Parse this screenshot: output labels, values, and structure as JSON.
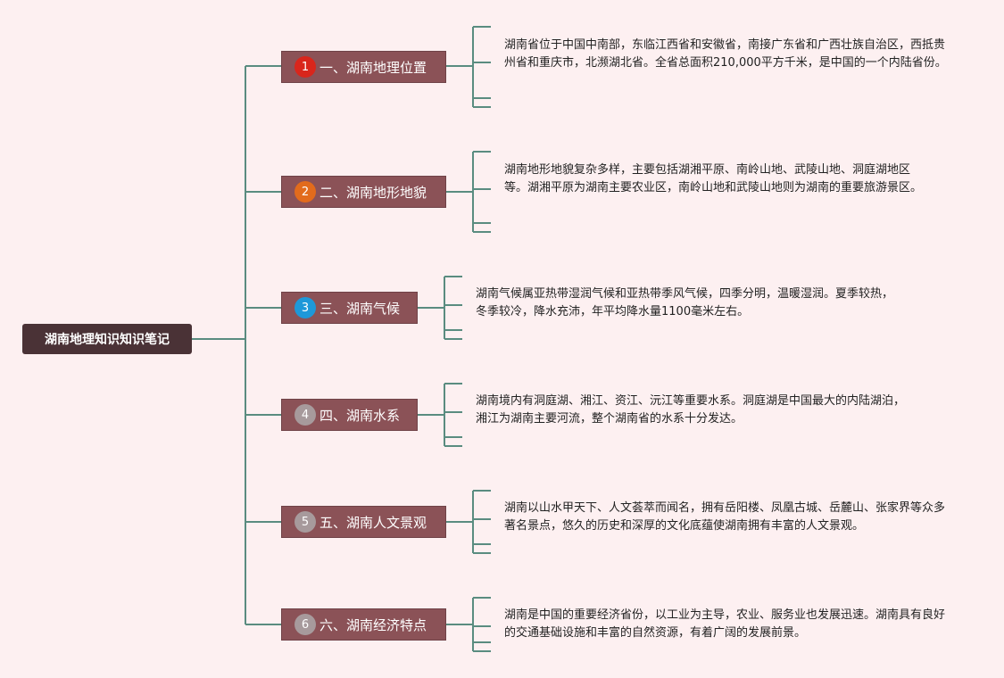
{
  "root": {
    "label": "湖南地理知识知识笔记"
  },
  "colors": {
    "line": "#5a8c80",
    "root_bg": "#4a3236",
    "branch_bg": "#8b5257"
  },
  "branches": [
    {
      "number": "1",
      "badge_color": "#d9261c",
      "label": "一、湖南地理位置",
      "text": "湖南省位于中国中南部，东临江西省和安徽省，南接广东省和广西壮族自治区，西抵贵州省和重庆市，北濒湖北省。全省总面积210,000平方千米，是中国的一个内陆省份。"
    },
    {
      "number": "2",
      "badge_color": "#e26b1c",
      "label": "二、湖南地形地貌",
      "text": "湖南地形地貌复杂多样，主要包括湖湘平原、南岭山地、武陵山地、洞庭湖地区等。湖湘平原为湖南主要农业区，南岭山地和武陵山地则为湖南的重要旅游景区。"
    },
    {
      "number": "3",
      "badge_color": "#1e98d9",
      "label": "三、湖南气候",
      "text": "湖南气候属亚热带湿润气候和亚热带季风气候，四季分明，温暖湿润。夏季较热，冬季较冷，降水充沛，年平均降水量1100毫米左右。"
    },
    {
      "number": "4",
      "badge_color": "#a79a9c",
      "label": "四、湖南水系",
      "text": "湖南境内有洞庭湖、湘江、资江、沅江等重要水系。洞庭湖是中国最大的内陆湖泊，湘江为湖南主要河流，整个湖南省的水系十分发达。"
    },
    {
      "number": "5",
      "badge_color": "#a79a9c",
      "label": "五、湖南人文景观",
      "text": "湖南以山水甲天下、人文荟萃而闻名，拥有岳阳楼、凤凰古城、岳麓山、张家界等众多著名景点，悠久的历史和深厚的文化底蕴使湖南拥有丰富的人文景观。"
    },
    {
      "number": "6",
      "badge_color": "#a79a9c",
      "label": "六、湖南经济特点",
      "text": "湖南是中国的重要经济省份，以工业为主导，农业、服务业也发展迅速。湖南具有良好的交通基础设施和丰富的自然资源，有着广阔的发展前景。"
    }
  ]
}
